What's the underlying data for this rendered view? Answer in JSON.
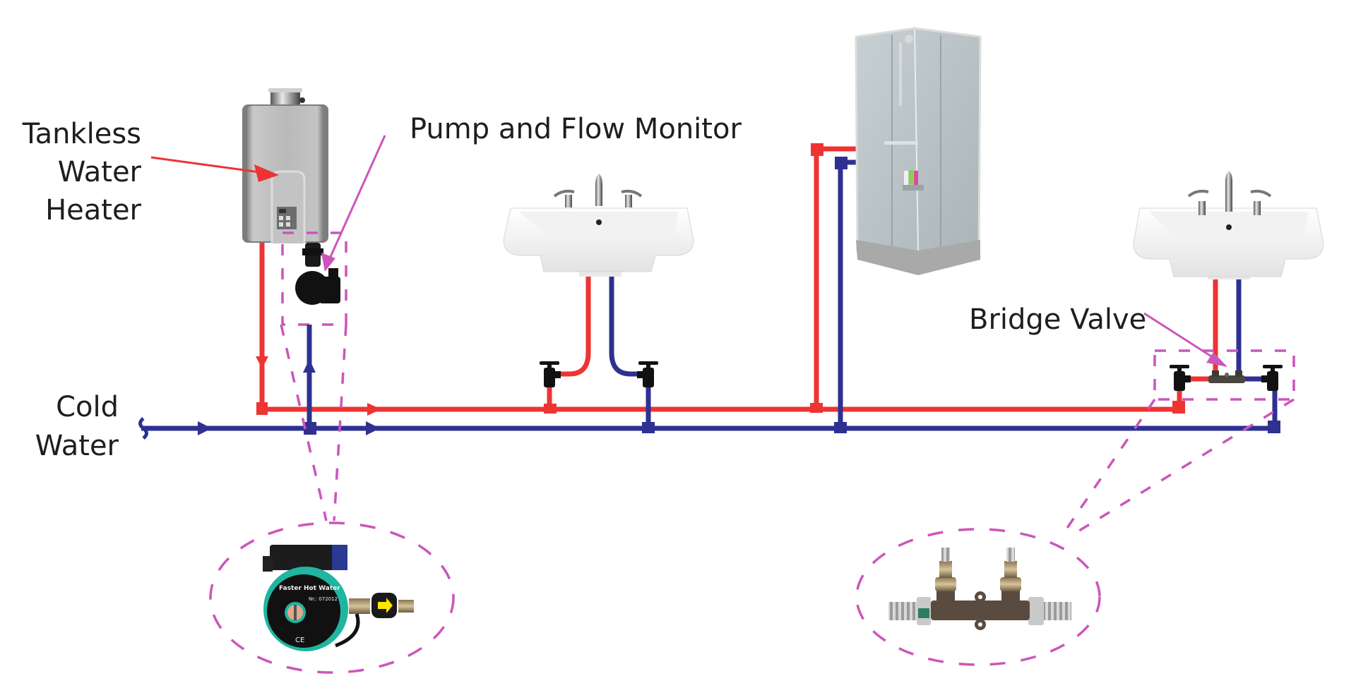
{
  "diagram": {
    "title": "Tankless water heater recirculation with pump, flow monitor and bridge valve",
    "labels": {
      "heater_line1": "Tankless",
      "heater_line2": "Water",
      "heater_line3": "Heater",
      "pump": "Pump and Flow Monitor",
      "cold_line1": "Cold",
      "cold_line2": "Water",
      "bridge": "Bridge Valve"
    },
    "colors": {
      "hot_pipe": "#ee3333",
      "cold_pipe": "#2e3192",
      "callout": "#cc55bb",
      "valve": "#111111",
      "pump_body": "#1fb5a0"
    },
    "components": [
      {
        "id": "water-heater",
        "name": "Tankless Water Heater",
        "icon": "water-heater-icon"
      },
      {
        "id": "pump",
        "name": "Pump and Flow Monitor",
        "icon": "pump-icon"
      },
      {
        "id": "sink-1",
        "name": "Sink",
        "icon": "sink-icon"
      },
      {
        "id": "shower",
        "name": "Shower enclosure",
        "icon": "shower-icon"
      },
      {
        "id": "sink-2",
        "name": "Sink",
        "icon": "sink-icon"
      },
      {
        "id": "bridge-valve",
        "name": "Bridge Valve",
        "icon": "bridge-valve-icon"
      }
    ],
    "pump_detail": {
      "brand_text": "Faster Hot Water",
      "model_text": "Nr.: 072012",
      "mark": "CE"
    }
  }
}
